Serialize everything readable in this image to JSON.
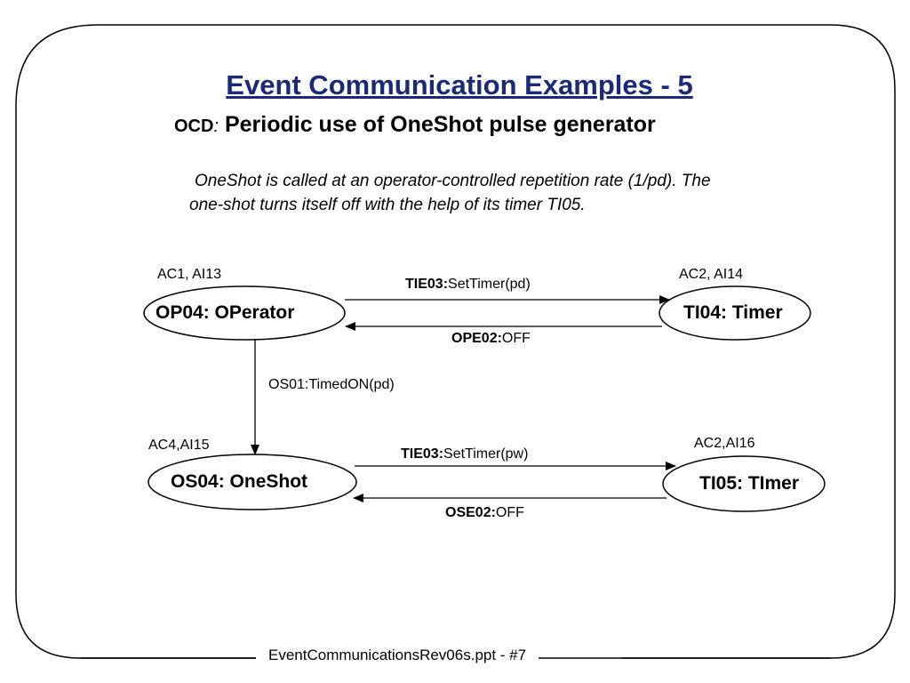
{
  "title": "Event Communication Examples - 5",
  "subtitle": {
    "prefix": "OCD",
    "separator": ":",
    "text": "Periodic use of OneShot pulse generator"
  },
  "description": {
    "line1": "OneShot is called at an operator-controlled repetition rate (1/pd). The",
    "line2": "one-shot turns itself off with the help of its timer TI05."
  },
  "nodes": {
    "operator": {
      "label": "OP04: OPerator",
      "tag": "AC1, AI13"
    },
    "timer4": {
      "label": "TI04: Timer",
      "tag": "AC2,  AI14"
    },
    "oneshot": {
      "label": "OS04: OneShot",
      "tag": "AC4,AI15"
    },
    "timer5": {
      "label": "TI05: TImer",
      "tag": "AC2,AI16"
    }
  },
  "messages": {
    "op_to_ti04": {
      "id": "TIE03:",
      "text": "SetTimer(pd)"
    },
    "ti04_to_op": {
      "id": "OPE02:",
      "text": "OFF"
    },
    "op_to_os": {
      "text": "OS01:TimedON(pd)"
    },
    "os_to_ti05": {
      "id": "TIE03:",
      "text": "SetTimer(pw)"
    },
    "ti05_to_os": {
      "id": "OSE02:",
      "text": "OFF"
    }
  },
  "footer": "EventCommunicationsRev06s.ppt - #7"
}
